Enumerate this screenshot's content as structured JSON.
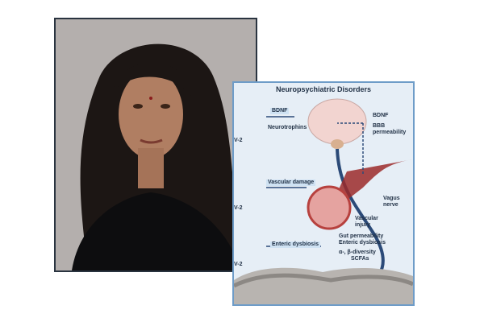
{
  "diagram": {
    "title": "Neuropsychiatric Disorders",
    "labels": {
      "bdnf_left": "BDNF",
      "neurotrophins": "Neurotrophins",
      "bdnf_right": "BDNF",
      "bbb": "BBB permeability",
      "vascular_damage": "Vascular damage",
      "vagus": "Vagus nerve",
      "vascular_injury": "Vascular injury",
      "gut": "Gut permeability",
      "enteric_right": "Enteric dysbiosis",
      "enteric_left": "Enteric dysbiosis",
      "diversity": "α-, β-diversity",
      "scfas": "SCFAs",
      "cov1": "V-2",
      "cov2": "V-2",
      "cov3": "V-2"
    },
    "colors": {
      "background": "#e6eef6",
      "border": "#6e9cc8",
      "nerve": "#2b4a78",
      "vessel": "#9b2a2a"
    }
  },
  "photo": {
    "subject": "portrait",
    "background": "#b4afad"
  }
}
